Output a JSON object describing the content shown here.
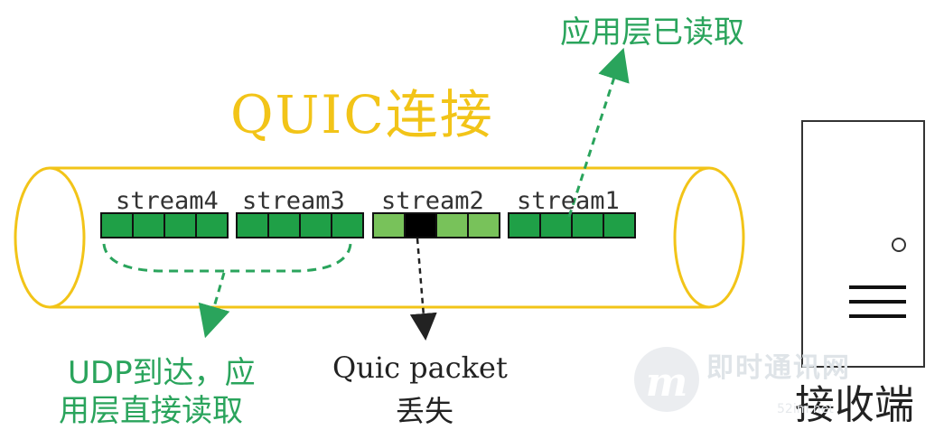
{
  "title": "QUIC连接",
  "app_read_note": "应用层已读取",
  "udp_note": [
    "UDP到达，应",
    "用层直接读取"
  ],
  "loss_note": [
    "Quic packet",
    "丢失"
  ],
  "receiver_label": "接收端",
  "watermark": {
    "text": "即时通讯网",
    "logo_letter": "m",
    "sub": "52im.net"
  },
  "streams": [
    {
      "label": "stream4",
      "packets": [
        "received",
        "received",
        "received",
        "received"
      ]
    },
    {
      "label": "stream3",
      "packets": [
        "received",
        "received",
        "received",
        "received"
      ]
    },
    {
      "label": "stream2",
      "packets": [
        "partial",
        "lost",
        "partial",
        "partial"
      ]
    },
    {
      "label": "stream1",
      "packets": [
        "received",
        "received",
        "received",
        "received"
      ]
    }
  ],
  "colors": {
    "pipe": "#f2c418",
    "received": "#1fa047",
    "partial": "#78c25a",
    "lost": "#000000",
    "arrow": "#2aa45c",
    "title": "#f2c418"
  }
}
